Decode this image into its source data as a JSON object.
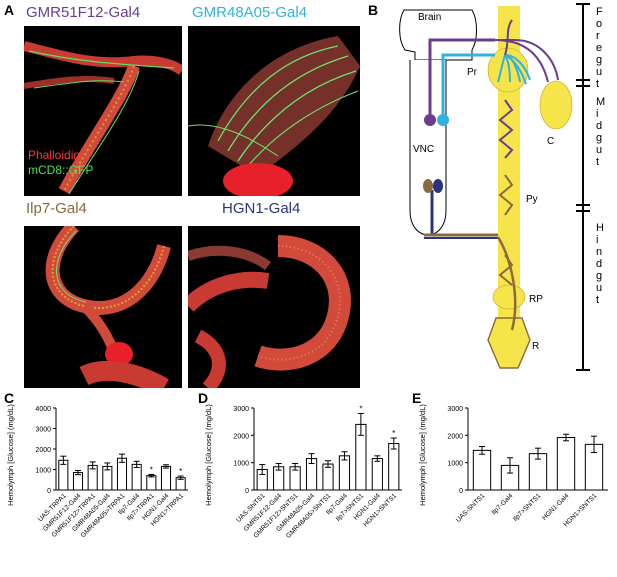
{
  "panel_letters": {
    "a": "A",
    "b": "B",
    "c": "C",
    "d": "D",
    "e": "E"
  },
  "panel_a": {
    "titles": [
      "GMR51F12-Gal4",
      "GMR48A05-Gal4",
      "Ilp7-Gal4",
      "HGN1-Gal4"
    ],
    "title_colors": [
      "#6a3d8f",
      "#2fb2e0",
      "#8a6a40",
      "#2a3480"
    ],
    "stain_labels": [
      "Phalloidin",
      "mCD8::GFP"
    ],
    "stain_colors": [
      "#ff3b3b",
      "#4ee04e"
    ]
  },
  "panel_b": {
    "labels": {
      "brain": "Brain",
      "vnc": "VNC",
      "pr": "Pr",
      "c": "C",
      "py": "Py",
      "rp": "RP",
      "r": "R"
    },
    "regions": [
      {
        "letters": [
          "F",
          "o",
          "r",
          "e",
          "g",
          "u",
          "t"
        ]
      },
      {
        "letters": [
          "M",
          "i",
          "d",
          "g",
          "u",
          "t"
        ]
      },
      {
        "letters": [
          "H",
          "i",
          "n",
          "d",
          "g",
          "u",
          "t"
        ]
      }
    ],
    "colors": {
      "purple": "#6a3d8f",
      "blue": "#2fb2e0",
      "brown": "#8a6a40",
      "navy": "#2a3480",
      "gut": "#f5e44a"
    }
  },
  "chart_data": [
    {
      "type": "bar",
      "panel": "C",
      "ylabel": "Hemolymph [Glucose] (mg/dL)",
      "ylim": [
        0,
        4000
      ],
      "yticks": [
        0,
        1000,
        2000,
        3000,
        4000
      ],
      "categories": [
        "UAS-TRPA1",
        "GMR51F12-Gal4",
        "GMR51F12>TRPA1",
        "GMR48A05-Gal4",
        "GMR48A05>TRPA1",
        "Ilp7-Gal4",
        "Ilp7>TRPA1",
        "HGN1-Gal4",
        "HGN1>TRPA1"
      ],
      "values": [
        1450,
        850,
        1200,
        1150,
        1550,
        1250,
        700,
        1150,
        600
      ],
      "errors": [
        200,
        100,
        170,
        170,
        200,
        150,
        60,
        80,
        80
      ],
      "annotations": [
        "",
        "",
        "",
        "",
        "",
        "",
        "*",
        "",
        "*"
      ]
    },
    {
      "type": "bar",
      "panel": "D",
      "ylabel": "Hemolymph [Glucose] (mg/dL)",
      "ylim": [
        0,
        3000
      ],
      "yticks": [
        0,
        1000,
        2000,
        3000
      ],
      "categories": [
        "UAS-ShiTS1",
        "GMR51F12-Gal4",
        "GMR51F12>ShiTS1",
        "GMR48A05-Gal4",
        "GMR48A05>ShiTS1",
        "Ilp7-Gal4",
        "Ilp7>ShiTS1",
        "HGN1-Gal4",
        "HGN1>ShiTS1"
      ],
      "values": [
        750,
        850,
        850,
        1150,
        950,
        1250,
        2400,
        1150,
        1700
      ],
      "errors": [
        180,
        120,
        120,
        180,
        120,
        150,
        400,
        100,
        200
      ],
      "annotations": [
        "",
        "",
        "",
        "",
        "",
        "",
        "*",
        "",
        "*"
      ]
    },
    {
      "type": "bar",
      "panel": "E",
      "ylabel": "Hemolymph [Glucose] (mg/dL)",
      "ylim": [
        0,
        3000
      ],
      "yticks": [
        0,
        1000,
        2000,
        3000
      ],
      "categories": [
        "UAS-ShiTS1",
        "Ilp7-Gal4",
        "Ilp7>ShiTS1",
        "HGN1-Gal4",
        "HGN1>ShiTS1"
      ],
      "values": [
        1450,
        900,
        1330,
        1920,
        1670
      ],
      "errors": [
        140,
        280,
        200,
        120,
        300
      ],
      "annotations": [
        "",
        "",
        "",
        "",
        ""
      ]
    }
  ]
}
